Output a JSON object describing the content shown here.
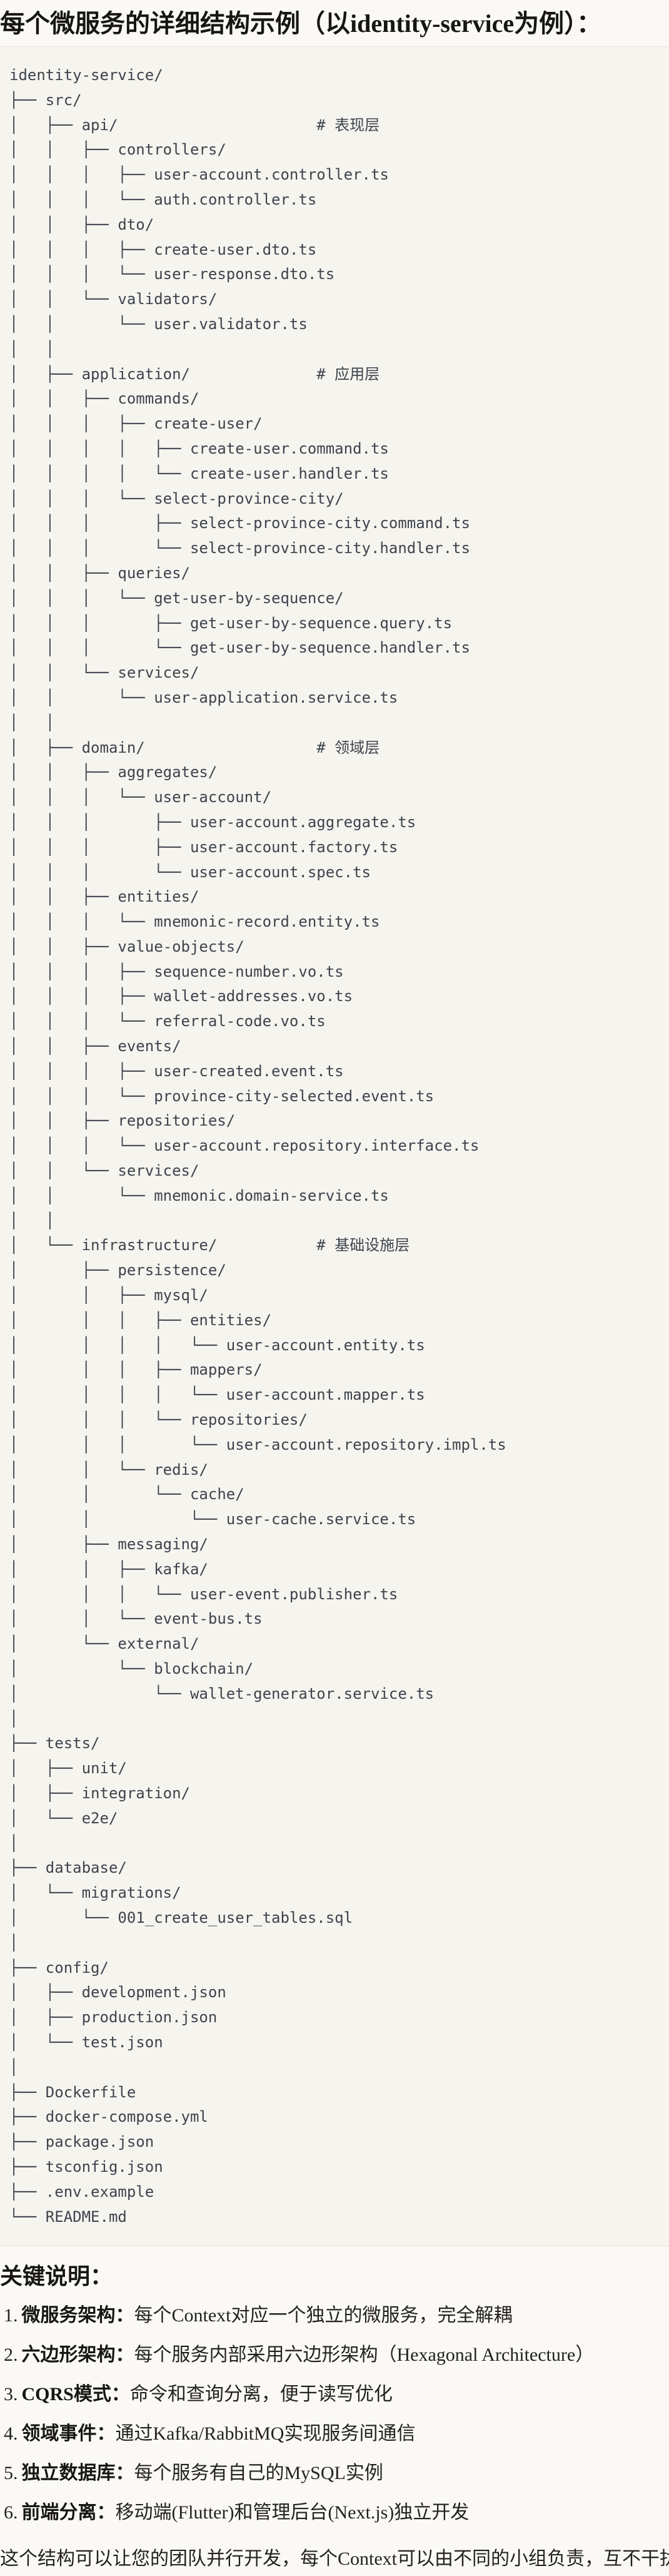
{
  "title": "每个微服务的详细结构示例（以identity-service为例）：",
  "code_block": {
    "language": "plaintext",
    "lines": [
      "identity-service/",
      "├── src/",
      "│   ├── api/                      # 表现层",
      "│   │   ├── controllers/",
      "│   │   │   ├── user-account.controller.ts",
      "│   │   │   └── auth.controller.ts",
      "│   │   ├── dto/",
      "│   │   │   ├── create-user.dto.ts",
      "│   │   │   └── user-response.dto.ts",
      "│   │   └── validators/",
      "│   │       └── user.validator.ts",
      "│   │",
      "│   ├── application/              # 应用层",
      "│   │   ├── commands/",
      "│   │   │   ├── create-user/",
      "│   │   │   │   ├── create-user.command.ts",
      "│   │   │   │   └── create-user.handler.ts",
      "│   │   │   └── select-province-city/",
      "│   │   │       ├── select-province-city.command.ts",
      "│   │   │       └── select-province-city.handler.ts",
      "│   │   ├── queries/",
      "│   │   │   └── get-user-by-sequence/",
      "│   │   │       ├── get-user-by-sequence.query.ts",
      "│   │   │       └── get-user-by-sequence.handler.ts",
      "│   │   └── services/",
      "│   │       └── user-application.service.ts",
      "│   │",
      "│   ├── domain/                   # 领域层",
      "│   │   ├── aggregates/",
      "│   │   │   └── user-account/",
      "│   │   │       ├── user-account.aggregate.ts",
      "│   │   │       ├── user-account.factory.ts",
      "│   │   │       └── user-account.spec.ts",
      "│   │   ├── entities/",
      "│   │   │   └── mnemonic-record.entity.ts",
      "│   │   ├── value-objects/",
      "│   │   │   ├── sequence-number.vo.ts",
      "│   │   │   ├── wallet-addresses.vo.ts",
      "│   │   │   └── referral-code.vo.ts",
      "│   │   ├── events/",
      "│   │   │   ├── user-created.event.ts",
      "│   │   │   └── province-city-selected.event.ts",
      "│   │   ├── repositories/",
      "│   │   │   └── user-account.repository.interface.ts",
      "│   │   └── services/",
      "│   │       └── mnemonic.domain-service.ts",
      "│   │",
      "│   └── infrastructure/           # 基础设施层",
      "│       ├── persistence/",
      "│       │   ├── mysql/",
      "│       │   │   ├── entities/",
      "│       │   │   │   └── user-account.entity.ts",
      "│       │   │   ├── mappers/",
      "│       │   │   │   └── user-account.mapper.ts",
      "│       │   │   └── repositories/",
      "│       │   │       └── user-account.repository.impl.ts",
      "│       │   └── redis/",
      "│       │       └── cache/",
      "│       │           └── user-cache.service.ts",
      "│       ├── messaging/",
      "│       │   ├── kafka/",
      "│       │   │   └── user-event.publisher.ts",
      "│       │   └── event-bus.ts",
      "│       └── external/",
      "│           └── blockchain/",
      "│               └── wallet-generator.service.ts",
      "│",
      "├── tests/",
      "│   ├── unit/",
      "│   ├── integration/",
      "│   └── e2e/",
      "│",
      "├── database/",
      "│   └── migrations/",
      "│       └── 001_create_user_tables.sql",
      "│",
      "├── config/",
      "│   ├── development.json",
      "│   ├── production.json",
      "│   └── test.json",
      "│",
      "├── Dockerfile",
      "├── docker-compose.yml",
      "├── package.json",
      "├── tsconfig.json",
      "├── .env.example",
      "└── README.md"
    ]
  },
  "notes": {
    "heading": "关键说明：",
    "items": [
      {
        "num": "1.",
        "label": "微服务架构",
        "colon": "：",
        "text": "每个Context对应一个独立的微服务，完全解耦"
      },
      {
        "num": "2.",
        "label": "六边形架构",
        "colon": "：",
        "text": "每个服务内部采用六边形架构（Hexagonal Architecture）"
      },
      {
        "num": "3.",
        "label": "CQRS模式",
        "colon": "：",
        "text": "命令和查询分离，便于读写优化"
      },
      {
        "num": "4.",
        "label": "领域事件",
        "colon": "：",
        "text": "通过Kafka/RabbitMQ实现服务间通信"
      },
      {
        "num": "5.",
        "label": "独立数据库",
        "colon": "：",
        "text": "每个服务有自己的MySQL实例"
      },
      {
        "num": "6.",
        "label": "前端分离",
        "colon": "：",
        "text": "移动端(Flutter)和管理后台(Next.js)独立开发"
      }
    ],
    "footer": "这个结构可以让您的团队并行开发，每个Context可以由不同的小组负责，互不干扰。"
  }
}
